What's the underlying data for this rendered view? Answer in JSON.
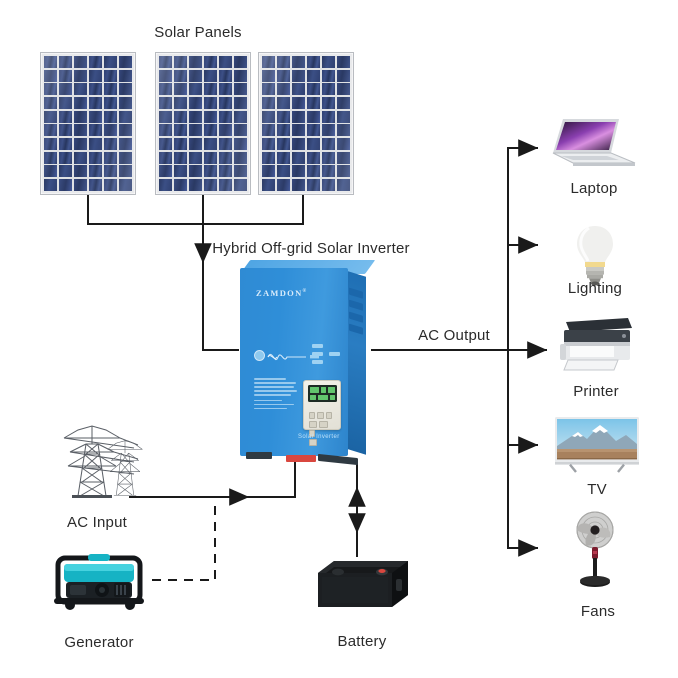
{
  "diagram": {
    "title_solar": "Solar Panels",
    "title_inverter": "Hybrid Off-grid Solar Inverter",
    "ac_output_label": "AC Output",
    "ac_input_label": "AC Input",
    "generator_label": "Generator",
    "battery_label": "Battery"
  },
  "inverter": {
    "brand": "ZAMDON",
    "brand_mark": "®",
    "subtitle": "Solar Inverter"
  },
  "loads": [
    {
      "label": "Laptop",
      "icon": "laptop-icon"
    },
    {
      "label": "Lighting",
      "icon": "light-bulb-icon"
    },
    {
      "label": "Printer",
      "icon": "printer-icon"
    },
    {
      "label": "TV",
      "icon": "television-icon"
    },
    {
      "label": "Fans",
      "icon": "pedestal-fan-icon"
    }
  ],
  "sources": [
    {
      "label": "AC Input",
      "icon": "transmission-tower-icon"
    },
    {
      "label": "Generator",
      "icon": "generator-icon"
    }
  ],
  "storage": {
    "label": "Battery",
    "icon": "battery-icon"
  },
  "panels": {
    "count": 3,
    "icon": "solar-panel-icon",
    "cell_columns": 6,
    "cell_rows": 10
  },
  "colors": {
    "inverter_blue": "#2f8bd4",
    "panel_cell": "#2e3f72",
    "wire": "#1a1a1a",
    "battery_terminal": "#d9473f",
    "generator_body": "#16b3c4",
    "background": "#ffffff"
  }
}
